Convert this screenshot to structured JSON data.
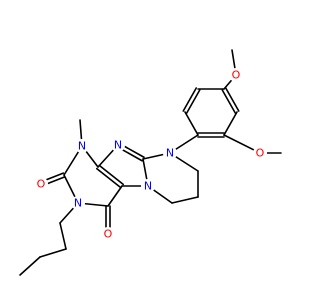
{
  "labels": {
    "n_aryl": "N",
    "n_imidazole": "N",
    "n_methyl": "N",
    "n_butyl": "N",
    "n_bridge": "N",
    "o_carbonyl_upper": "O",
    "o_carbonyl_lower": "O",
    "o_methoxy_para": "O",
    "o_methoxy_ortho": "O"
  },
  "colors": {
    "bond": "#000000",
    "nitrogen": "#0000ff",
    "oxygen": "#ff0000"
  }
}
